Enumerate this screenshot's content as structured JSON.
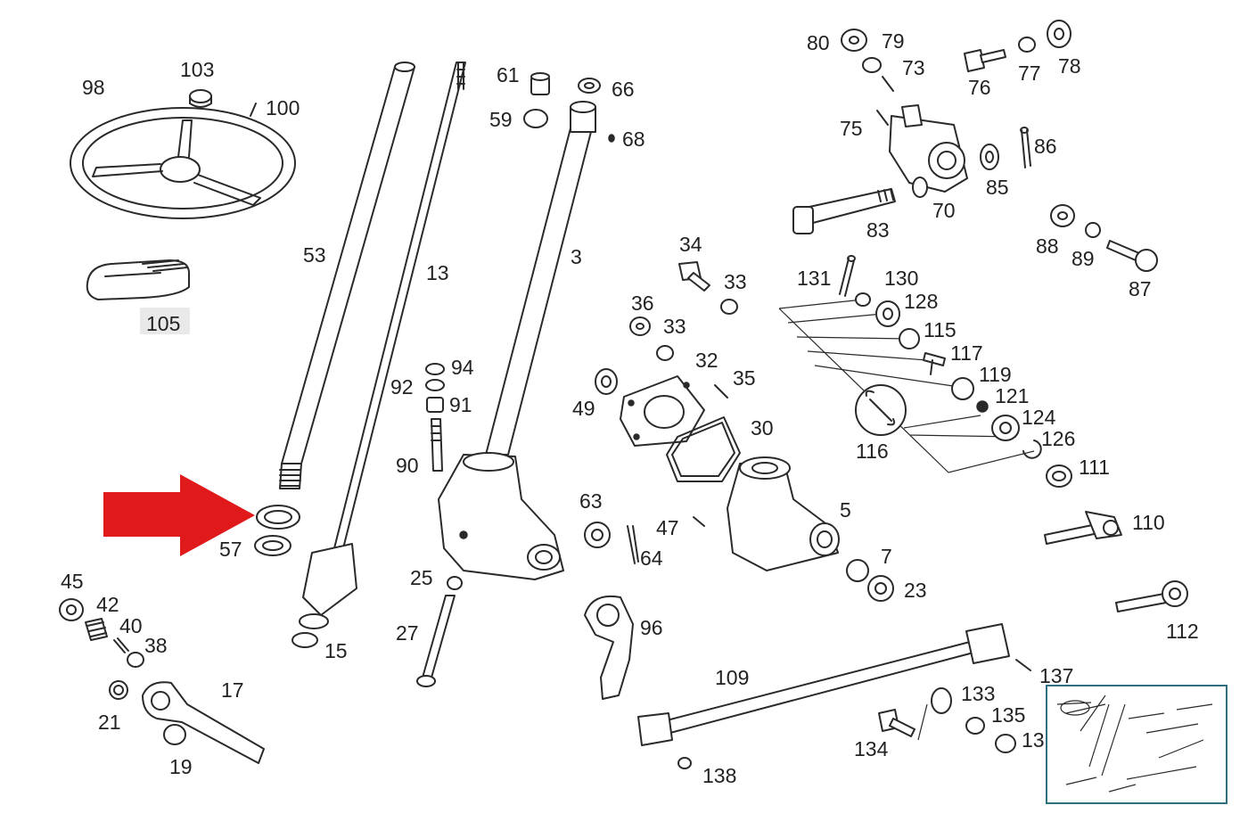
{
  "diagram": {
    "labels": {
      "l98": "98",
      "l103": "103",
      "l100": "100",
      "l105": "105",
      "l53": "53",
      "l13": "13",
      "l3": "3",
      "l61": "61",
      "l66": "66",
      "l59": "59",
      "l68": "68",
      "l80": "80",
      "l79": "79",
      "l73": "73",
      "l76": "76",
      "l77": "77",
      "l78": "78",
      "l75": "75",
      "l86": "86",
      "l85": "85",
      "l70": "70",
      "l83": "83",
      "l88": "88",
      "l89": "89",
      "l87": "87",
      "l34": "34",
      "l33a": "33",
      "l36": "36",
      "l33b": "33",
      "l131": "131",
      "l130": "130",
      "l128": "128",
      "l115": "115",
      "l117": "117",
      "l119": "119",
      "l121": "121",
      "l124": "124",
      "l126": "126",
      "l116": "116",
      "l111": "111",
      "l110": "110",
      "l112": "112",
      "l94": "94",
      "l92": "92",
      "l91": "91",
      "l90": "90",
      "l32": "32",
      "l35": "35",
      "l49": "49",
      "l30": "30",
      "l57": "57",
      "l63": "63",
      "l47": "47",
      "l64": "64",
      "l5": "5",
      "l7": "7",
      "l23": "23",
      "l45": "45",
      "l42": "42",
      "l40": "40",
      "l38": "38",
      "l21": "21",
      "l17": "17",
      "l19": "19",
      "l15": "15",
      "l25": "25",
      "l27": "27",
      "l96": "96",
      "l109": "109",
      "l137": "137",
      "l133": "133",
      "l135": "135",
      "l136": "13",
      "l134": "134",
      "l138": "138"
    },
    "colors": {
      "line": "#2a2a2a",
      "arrow": "#e0191b",
      "thumb_border": "#2e6f80",
      "highlight": "#e9e9e9"
    },
    "icons": {
      "arrow": "right-arrow-icon",
      "thumbnail": "diagram-thumbnail"
    }
  }
}
